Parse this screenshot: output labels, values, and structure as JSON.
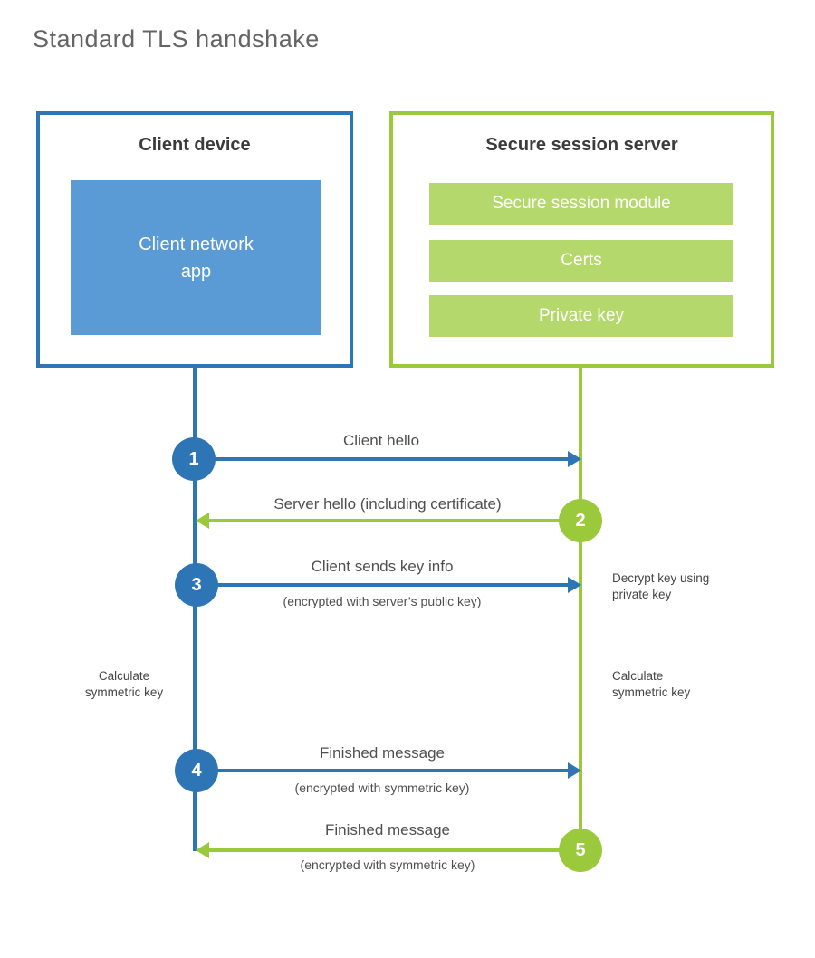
{
  "title": "Standard TLS handshake",
  "client": {
    "title": "Client device",
    "app_label": "Client network\napp"
  },
  "server": {
    "title": "Secure session server",
    "modules": [
      "Secure session module",
      "Certs",
      "Private key"
    ]
  },
  "steps": [
    {
      "num": "1",
      "from": "client",
      "direction": "right",
      "label": "Client hello",
      "sublabel": ""
    },
    {
      "num": "2",
      "from": "server",
      "direction": "left",
      "label": "Server hello (including certificate)",
      "sublabel": ""
    },
    {
      "num": "3",
      "from": "client",
      "direction": "right",
      "label": "Client sends key info",
      "sublabel": "(encrypted with server’s public key)"
    },
    {
      "num": "4",
      "from": "client",
      "direction": "right",
      "label": "Finished message",
      "sublabel": "(encrypted with symmetric key)"
    },
    {
      "num": "5",
      "from": "server",
      "direction": "left",
      "label": "Finished message",
      "sublabel": "(encrypted with symmetric key)"
    }
  ],
  "notes": {
    "decrypt": "Decrypt key using\nprivate key",
    "calc_left": "Calculate\nsymmetric key",
    "calc_right": "Calculate\nsymmetric key"
  },
  "colors": {
    "blue": "#2e75b6",
    "blue_fill": "#5b9bd5",
    "green": "#9aca3c",
    "green_fill": "#b5d86d"
  }
}
